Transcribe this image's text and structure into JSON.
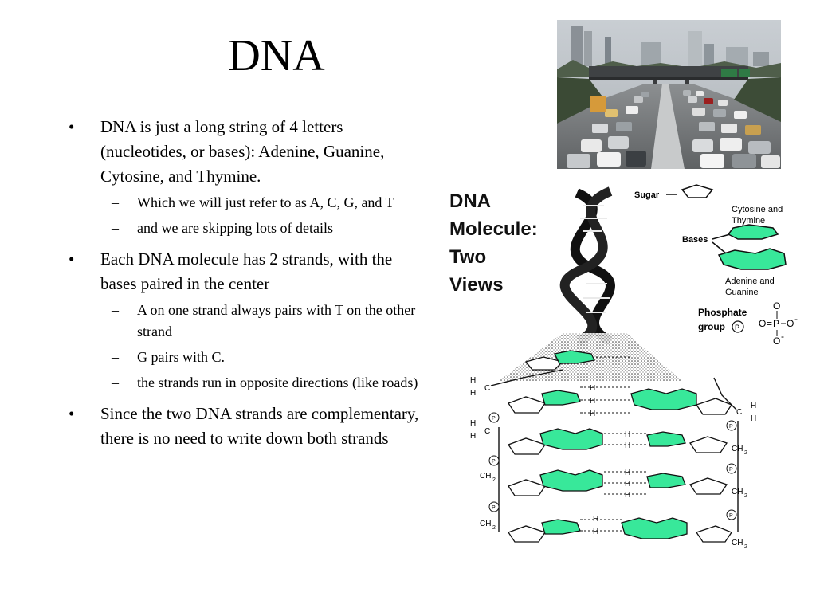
{
  "slide": {
    "title": "DNA",
    "bullets": [
      {
        "text": "DNA is just a long string of 4 letters (nucleotides, or bases): Adenine, Guanine, Cytosine, and Thymine.",
        "subs": [
          "Which we will just refer to as A, C, G, and T",
          "and we are skipping lots of details"
        ]
      },
      {
        "text": "Each DNA molecule has 2 strands, with the bases paired in the center",
        "subs": [
          "A on one strand always pairs with T on the other strand",
          "G pairs with C.",
          "the strands run in opposite directions (like roads)"
        ]
      },
      {
        "text": "Since the two DNA strands are complementary, there is no need to write down both strands",
        "subs": []
      }
    ],
    "bullet_glyph": "•",
    "dash_glyph": "–"
  },
  "diagram": {
    "heading": [
      "DNA",
      "Molecule:",
      "Two",
      "Views"
    ],
    "labels": {
      "sugar": "Sugar",
      "bases": "Bases",
      "cytosine_thymine": [
        "Cytosine and",
        "Thymine"
      ],
      "adenine_guanine": [
        "Adenine and",
        "Guanine"
      ],
      "phosphate": [
        "Phosphate",
        "group"
      ],
      "phosphate_symbol": "P",
      "hydrogen": "H",
      "carbon": "C",
      "oxygen": "O",
      "ch2": "CH",
      "subscript_2": "2",
      "minus": "-",
      "equals": "="
    },
    "base_color": "#38e89a"
  }
}
